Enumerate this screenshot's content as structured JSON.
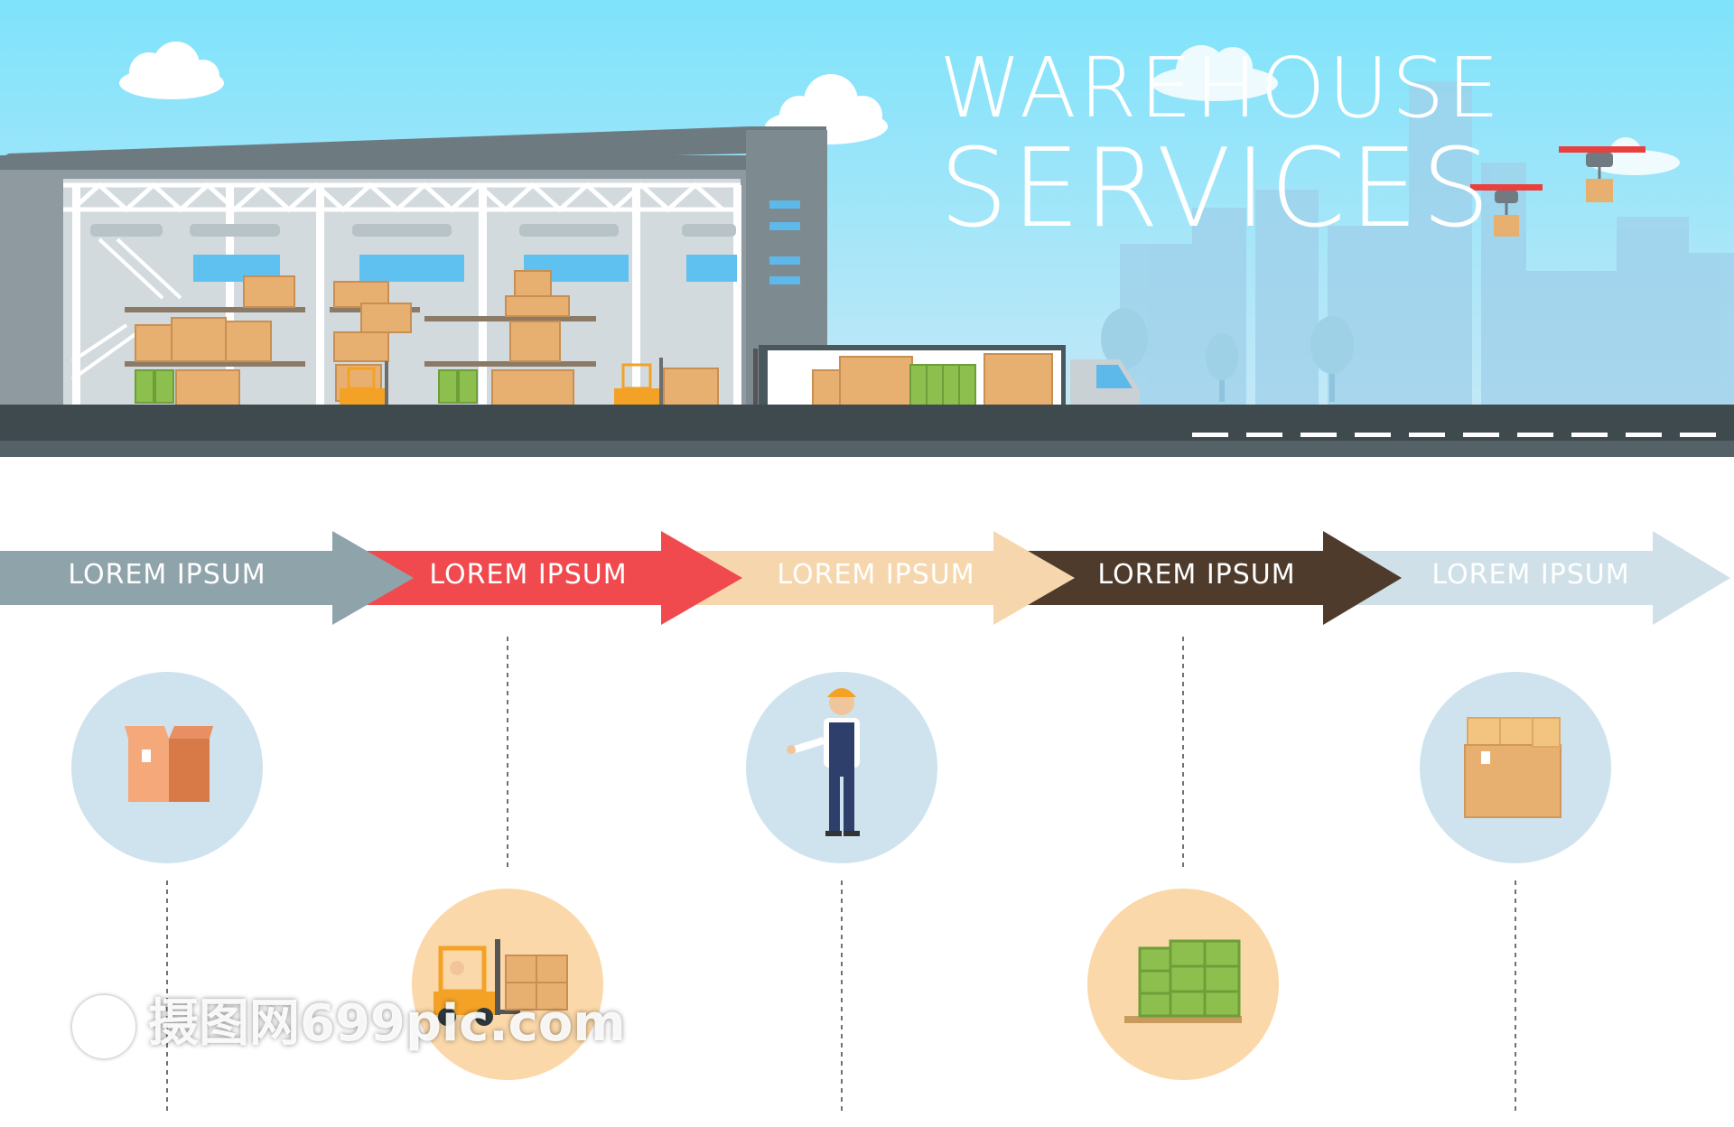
{
  "hero": {
    "title_line1": "WAREHOUSE",
    "title_line2": "SERVICES"
  },
  "steps": [
    {
      "label": "LOREM IPSUM",
      "color": "#8fa3ab",
      "icon": "open-box-icon",
      "circle": "#cfe3ee"
    },
    {
      "label": "LOREM IPSUM",
      "color": "#f04a4f",
      "icon": "forklift-icon",
      "circle": "#fbd8a9"
    },
    {
      "label": "LOREM IPSUM",
      "color": "#f6d7ad",
      "icon": "worker-icon",
      "circle": "#cfe3ee"
    },
    {
      "label": "LOREM IPSUM",
      "color": "#4f3b2c",
      "icon": "barrels-icon",
      "circle": "#fbd8a9"
    },
    {
      "label": "LOREM IPSUM",
      "color": "#cfe0e8",
      "icon": "stacked-boxes-icon",
      "circle": "#cfe3ee"
    }
  ],
  "colors": {
    "sky_top": "#7ee3fb",
    "sky_bottom": "#bfe6f6",
    "road": "#3f4a4f",
    "building": "#8e9aa0",
    "box": "#e8b070",
    "barrel": "#8dbf4f"
  },
  "watermark": {
    "text": "摄图网699pic.com"
  }
}
